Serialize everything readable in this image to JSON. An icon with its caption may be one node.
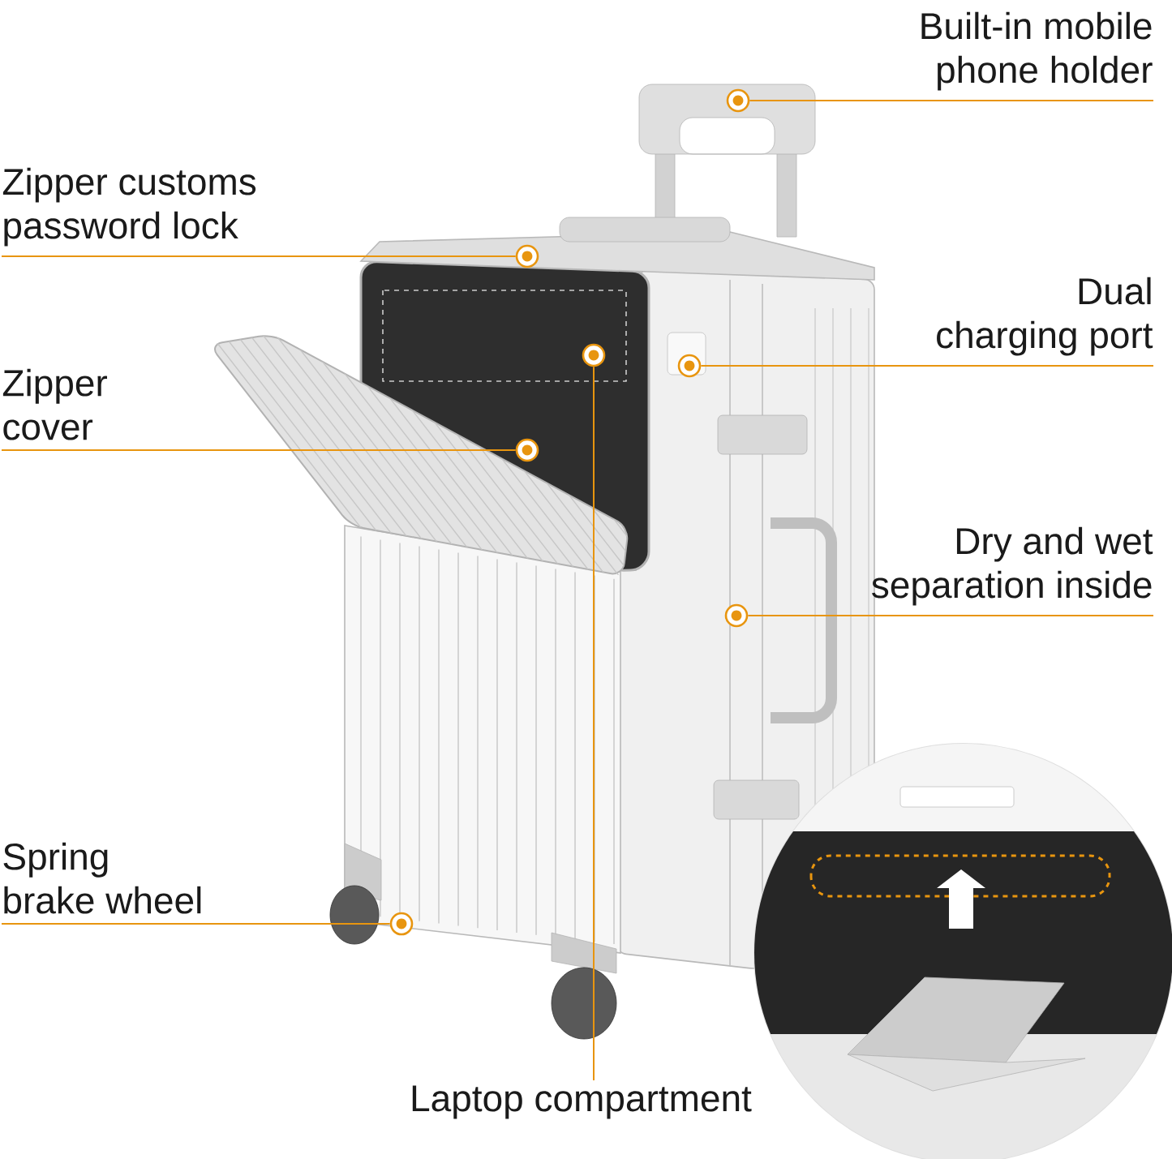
{
  "diagram": {
    "nodes": [
      {
        "text": [
          "Built-in mobile phone holder"
        ]
      },
      {
        "text": [
          "Zipper customs password lock"
        ]
      },
      {
        "text": [
          "Dual charging port"
        ]
      },
      {
        "text": [
          "Zipper cover"
        ]
      },
      {
        "text": [
          "Dry and wet separation inside"
        ]
      },
      {
        "text": [
          "Spring brake wheel"
        ]
      },
      {
        "text": [
          "Laptop compartment"
        ]
      },
      {
        "text": [],
        "shape": "circle"
      },
      {
        "text": [],
        "shape": "circle"
      },
      {
        "text": [],
        "shape": "circle"
      },
      {
        "text": [],
        "shape": "circle"
      },
      {
        "text": [],
        "shape": "circle"
      },
      {
        "text": [],
        "shape": "circle"
      },
      {
        "text": [],
        "shape": "circle"
      }
    ],
    "edges": [
      {
        "from": 0,
        "to": 7,
        "arrow": "none"
      },
      {
        "from": 1,
        "to": 8,
        "arrow": "none"
      },
      {
        "from": 2,
        "to": 9,
        "arrow": "none"
      },
      {
        "from": 3,
        "to": 10,
        "arrow": "none"
      },
      {
        "from": 4,
        "to": 11,
        "arrow": "none"
      },
      {
        "from": 5,
        "to": 12,
        "arrow": "none"
      },
      {
        "from": 6,
        "to": 13,
        "arrow": "none"
      }
    ]
  }
}
